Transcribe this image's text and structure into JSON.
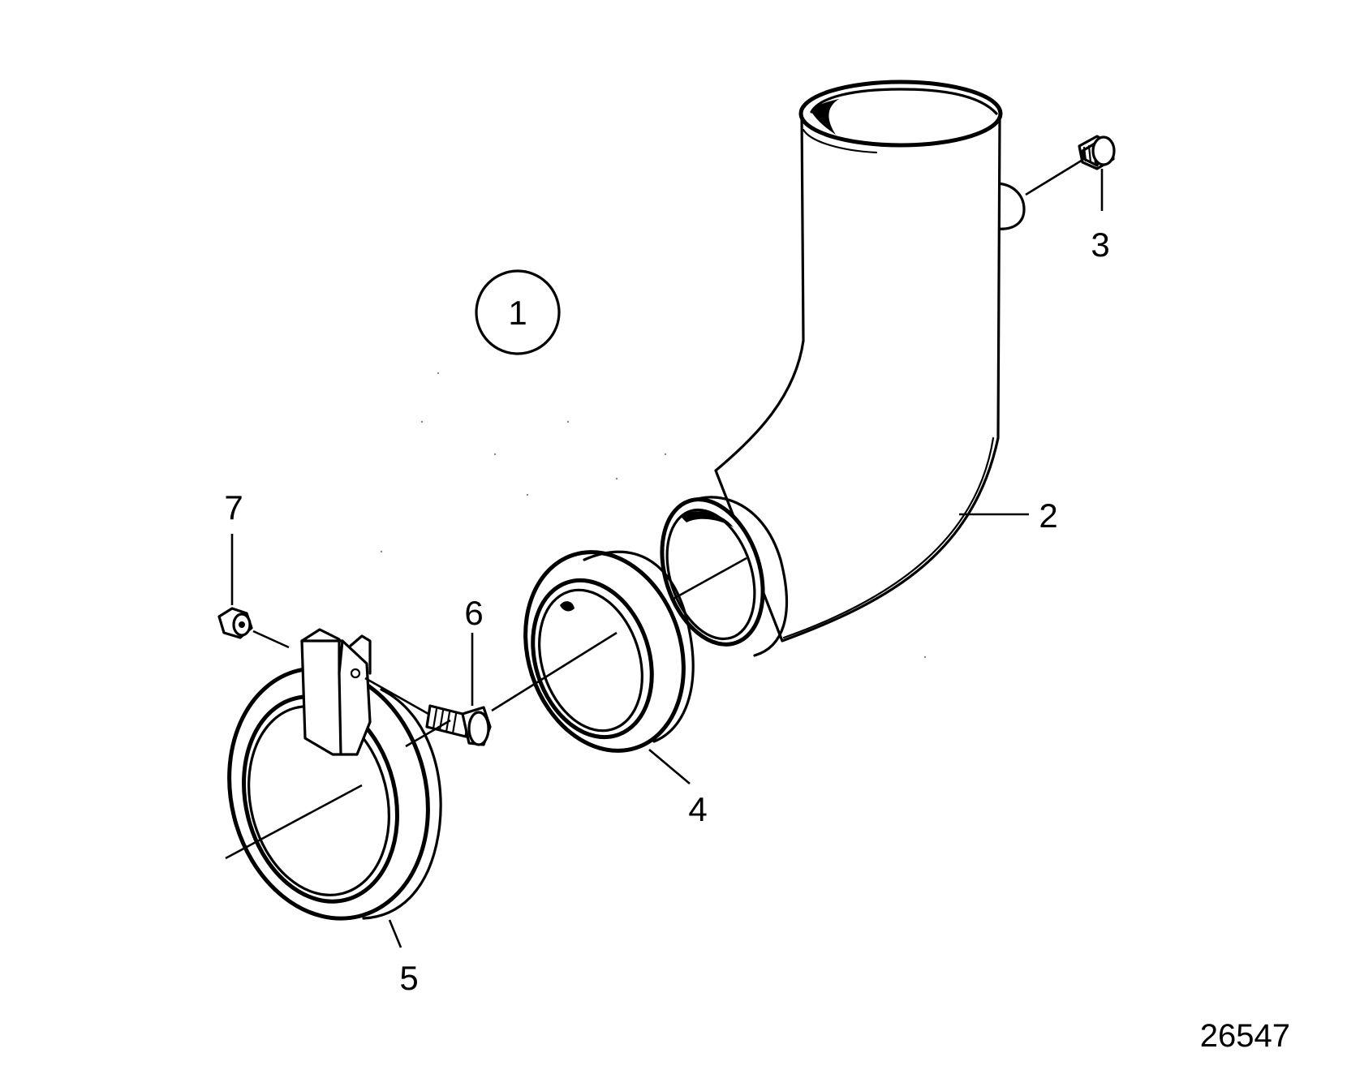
{
  "assembly_number": "1",
  "figure_number": "26547",
  "callouts": [
    {
      "id": "c2",
      "label": "2",
      "part": "exhaust-elbow"
    },
    {
      "id": "c3",
      "label": "3",
      "part": "plug"
    },
    {
      "id": "c4",
      "label": "4",
      "part": "rubber-bellows"
    },
    {
      "id": "c5",
      "label": "5",
      "part": "hose-clamp"
    },
    {
      "id": "c6",
      "label": "6",
      "part": "bolt"
    },
    {
      "id": "c7",
      "label": "7",
      "part": "nut"
    }
  ],
  "colors": {
    "ink": "#000000",
    "background": "#ffffff"
  }
}
